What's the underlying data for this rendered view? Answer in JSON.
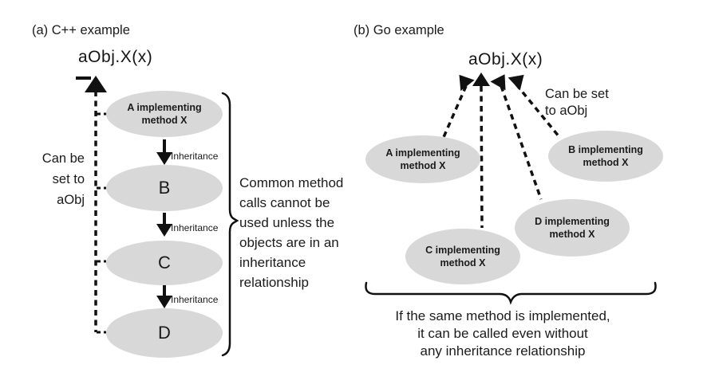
{
  "colors": {
    "node_fill": "#d8d8d8",
    "line": "#111111",
    "text": "#1b1b1b"
  },
  "panel_a": {
    "title": "(a) C++ example",
    "call_expression": "aObj.X(x)",
    "side_note_lines": [
      "Can be",
      "set to",
      "aObj"
    ],
    "edge_label": "Inheritance",
    "nodes": [
      {
        "line1": "A implementing",
        "line2": "method X"
      },
      {
        "line1": "B"
      },
      {
        "line1": "C"
      },
      {
        "line1": "D"
      }
    ],
    "brace_note_lines": [
      "Common method",
      "calls cannot be",
      "used unless the",
      "objects are in an",
      "inheritance",
      "relationship"
    ]
  },
  "panel_b": {
    "title": "(b) Go example",
    "call_expression": "aObj.X(x)",
    "side_note_lines": [
      "Can be set",
      "to aObj"
    ],
    "nodes": [
      {
        "line1": "A implementing",
        "line2": "method X"
      },
      {
        "line1": "B implementing",
        "line2": "method X"
      },
      {
        "line1": "C implementing",
        "line2": "method X"
      },
      {
        "line1": "D implementing",
        "line2": "method X"
      }
    ],
    "bottom_note_lines": [
      "If the same method is implemented,",
      "it can be called even without",
      "any inheritance relationship"
    ]
  }
}
